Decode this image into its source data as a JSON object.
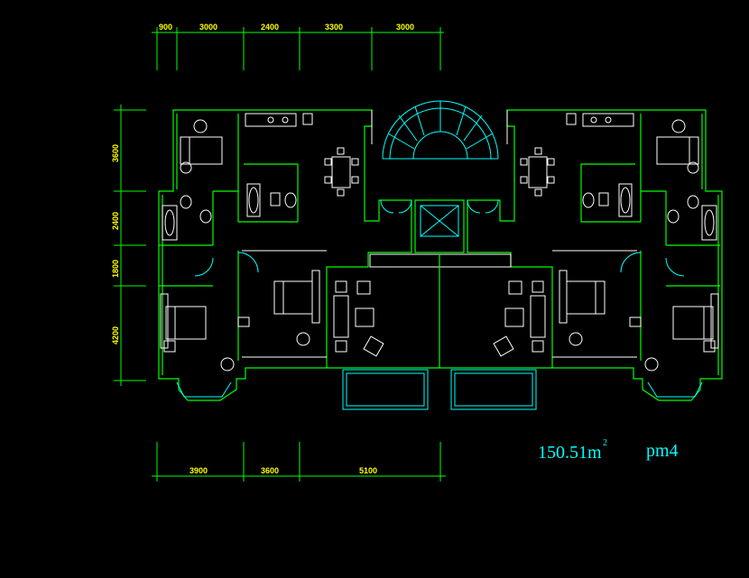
{
  "top_dims": [
    "900",
    "3000",
    "2400",
    "3300",
    "3000"
  ],
  "left_dims": [
    "3600",
    "2400",
    "1800",
    "4200"
  ],
  "bottom_dims": [
    "3900",
    "3600",
    "5100"
  ],
  "area_label": "150.51m",
  "area_sup": "2",
  "plan_code": "pm4",
  "colors": {
    "dim_text": "#ffff00",
    "dim_line": "#00ff00",
    "wall": "#ffffff",
    "fixture": "#00ffff"
  }
}
